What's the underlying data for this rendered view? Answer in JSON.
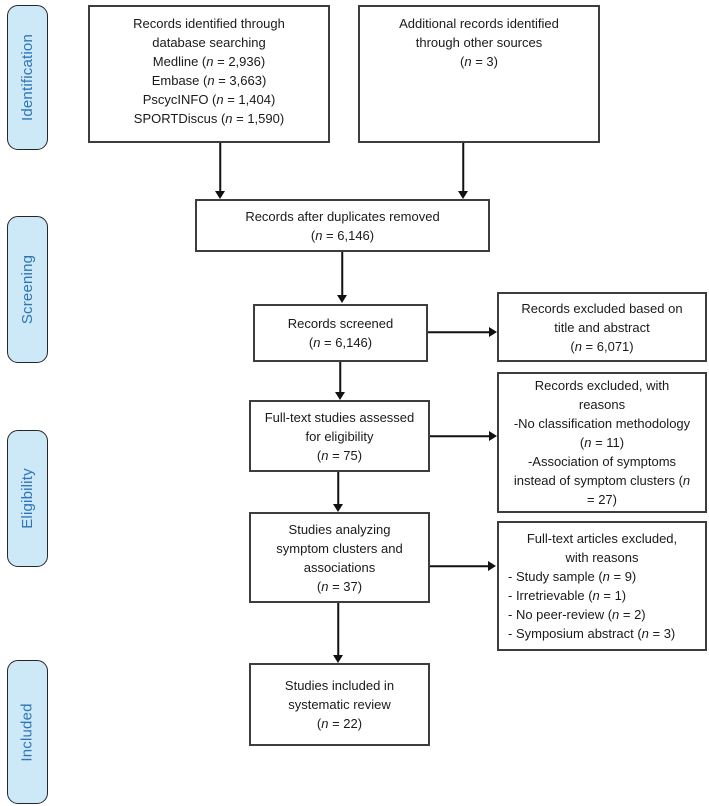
{
  "diagram": {
    "type": "prisma-flow",
    "stages": [
      {
        "label": "Identification"
      },
      {
        "label": "Screening"
      },
      {
        "label": "Eligibility"
      },
      {
        "label": "Included"
      }
    ],
    "boxes": {
      "database_search": {
        "lines": [
          "Records identified through",
          "database searching",
          "Medline (n = 2,936)",
          "Embase (n = 3,663)",
          "PscycINFO (n = 1,404)",
          "SPORTDiscus (n = 1,590)"
        ]
      },
      "other_sources": {
        "lines": [
          "Additional records identified",
          "through other sources",
          "(n = 3)"
        ]
      },
      "duplicates_removed": {
        "lines": [
          "Records after duplicates removed",
          "(n = 6,146)"
        ]
      },
      "records_screened": {
        "lines": [
          "Records screened",
          "(n = 6,146)"
        ]
      },
      "excluded_title_abstract": {
        "lines": [
          "Records excluded based on",
          "title and abstract",
          "(n = 6,071)"
        ]
      },
      "fulltext_assessed": {
        "lines": [
          "Full-text studies assessed",
          "for eligibility",
          "(n = 75)"
        ]
      },
      "excluded_with_reasons": {
        "lines": [
          "Records excluded, with",
          "reasons",
          "-No classification methodology",
          "(n = 11)",
          "-Association of symptoms",
          "instead of symptom clusters (n",
          "= 27)"
        ]
      },
      "symptom_clusters": {
        "lines": [
          "Studies analyzing",
          "symptom clusters and",
          "associations",
          "(n = 37)"
        ]
      },
      "fulltext_excluded": {
        "lines": [
          "Full-text articles excluded,",
          "with reasons"
        ],
        "items": [
          "- Study sample (n = 9)",
          "- Irretrievable (n = 1)",
          "- No peer-review (n = 2)",
          "- Symposium abstract (n = 3)"
        ]
      },
      "included_review": {
        "lines": [
          "Studies included in",
          "systematic review",
          "(n = 22)"
        ]
      }
    },
    "colors": {
      "stage_fill": "#cde8f7",
      "stage_text": "#2e75b6",
      "stage_border": "#262626",
      "box_border": "#3d3d3d",
      "arrow": "#111111"
    }
  }
}
